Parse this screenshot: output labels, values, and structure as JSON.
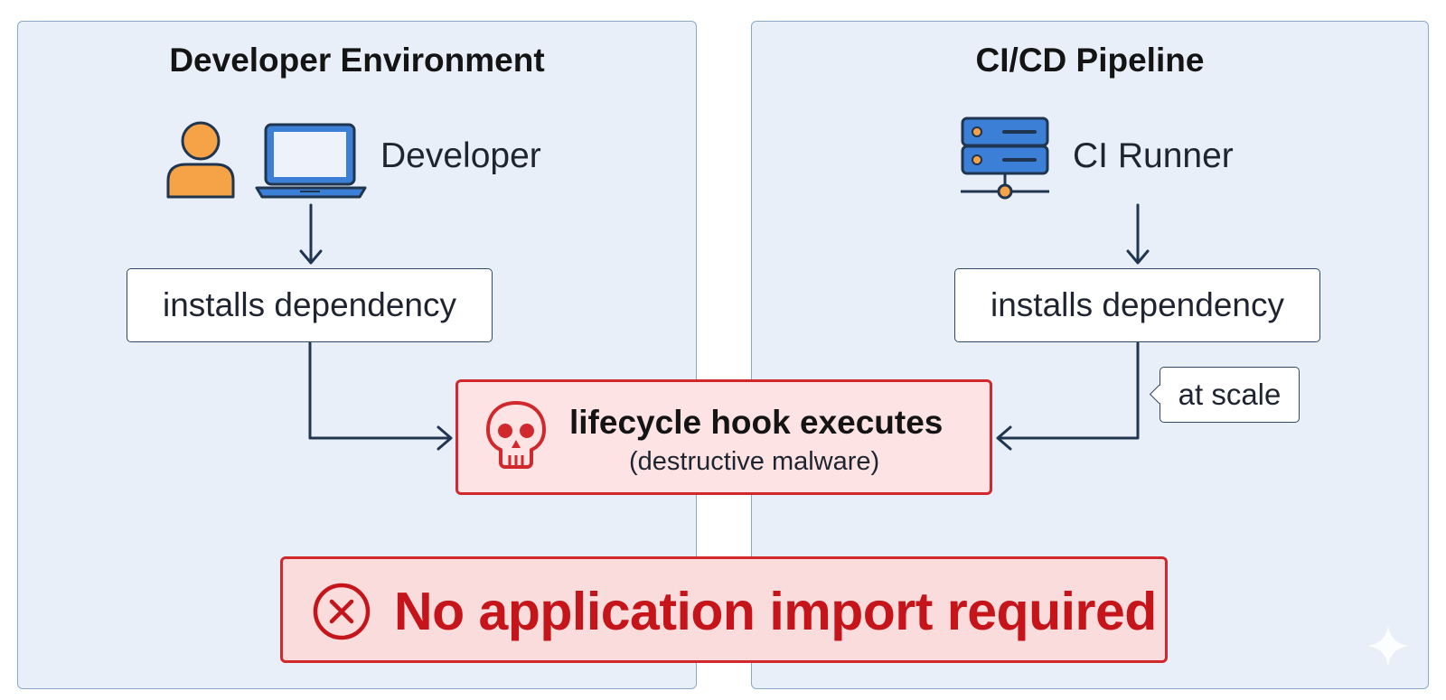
{
  "left_panel": {
    "title": "Developer Environment",
    "actor_label": "Developer",
    "step_label": "installs dependency"
  },
  "right_panel": {
    "title": "CI/CD Pipeline",
    "actor_label": "CI Runner",
    "step_label": "installs dependency",
    "note": "at scale"
  },
  "hook": {
    "title": "lifecycle hook executes",
    "subtitle": "(destructive malware)"
  },
  "banner": {
    "text": "No application import required"
  },
  "icons": [
    "person-icon",
    "laptop-icon",
    "server-icon",
    "skull-icon",
    "close-circle-icon",
    "sparkle-icon"
  ],
  "colors": {
    "panel_bg": "#e9eff8",
    "alert_red": "#d0282c",
    "alert_bg": "#fde3e3",
    "arrow": "#1f3550",
    "person": "#f5a346",
    "device": "#3c7fd6"
  }
}
